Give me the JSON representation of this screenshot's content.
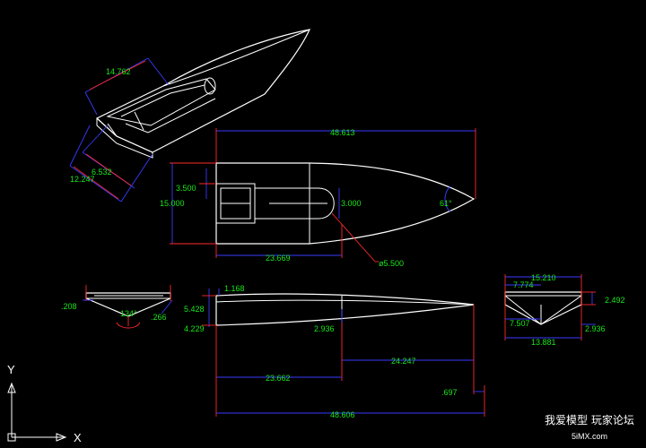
{
  "dimensions": {
    "iso_top": "14.762",
    "iso_a": "6.532",
    "iso_b": "12.247",
    "top_overall": "48.613",
    "top_beam": "15.000",
    "top_transom": "3.500",
    "top_inner": "3.000",
    "top_bow_angle": "61°",
    "top_length": "23.669",
    "top_diameter": "ø5.500",
    "front_left": ".208",
    "front_angle": "134°",
    "front_right": ".266",
    "side_1": "1.168",
    "side_2": "5.428",
    "side_3": "4.229",
    "side_4": "2.936",
    "side_5": "24.247",
    "side_6": "23.662",
    "side_7": ".697",
    "side_overall": "48.606",
    "rear_1": "15.210",
    "rear_2": "7.774",
    "rear_3": "2.492",
    "rear_4": "7.507",
    "rear_5": "2.936",
    "rear_6": "13.881"
  },
  "axes": {
    "y": "Y",
    "x": "X"
  },
  "watermark": {
    "text": "我爱模型 玩家论坛",
    "url": "5iMX.com"
  }
}
